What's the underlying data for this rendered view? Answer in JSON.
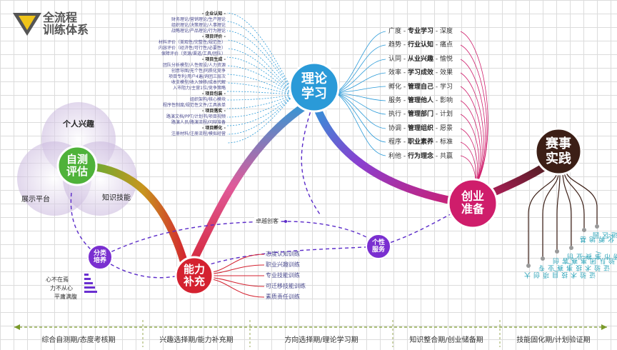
{
  "title": {
    "line1": "全流程",
    "line2": "训练体系"
  },
  "venn": {
    "top": "个人兴趣",
    "left": "展示平台",
    "right": "知识技能"
  },
  "nodes": {
    "self_eval": "自测\n评估",
    "ability": "能力\n补充",
    "theory": "理论\n学习",
    "startup": "创业\n准备",
    "competition": "赛事\n实践",
    "classify": "分类\n培养",
    "personal": "个性\n服务"
  },
  "link_label": "卓越创客",
  "traits": [
    "心不在焉",
    "力不从心",
    "平庸满腹"
  ],
  "theory_topics": [
    {
      "text": "- 企业认知 -",
      "head": true
    },
    {
      "text": "财务理论/营销理论/生产理论",
      "head": false
    },
    {
      "text": "组织理论/决策理论/人事理论",
      "head": false
    },
    {
      "text": "战略理论/产品理论/行为理论",
      "head": false
    },
    {
      "text": "- 项目评价 -",
      "head": true
    },
    {
      "text": "材料评价（美观性/完整性/规范性）",
      "head": false
    },
    {
      "text": "内容评价（经济性/可行性/必要性）",
      "head": false
    },
    {
      "text": "保障评价（资源/渠道/工具/团队）",
      "head": false
    },
    {
      "text": "- 项目生成 -",
      "head": true
    },
    {
      "text": "团队分析模型/人性假设/人力资源",
      "head": false
    },
    {
      "text": "创意导图/无个性/同质化竞争",
      "head": false
    },
    {
      "text": "项目专利/用户4遍/询团三层次",
      "head": false
    },
    {
      "text": "收支模型/收入弹移/成本代解",
      "head": false
    },
    {
      "text": "入市阻力/主营1位/竞争策略",
      "head": false
    },
    {
      "text": "- 项目包装 -",
      "head": true
    },
    {
      "text": "组织架构/核心模块",
      "head": false
    },
    {
      "text": "程序性制度/规范性文件/工具表单",
      "head": false
    },
    {
      "text": "- 项目落实 -",
      "head": true
    },
    {
      "text": "路演文档/PPT/计划书/项目视频",
      "head": false
    },
    {
      "text": "路演人员/路演流程/问辩准备",
      "head": false
    },
    {
      "text": "- 项目孵化 -",
      "head": true
    },
    {
      "text": "注册材料/注册流程/模拟经营",
      "head": false
    }
  ],
  "learning_rows": [
    {
      "a": "广度",
      "b": "专业学习",
      "c": "深度"
    },
    {
      "a": "趋势",
      "b": "行业认知",
      "c": "痛点"
    },
    {
      "a": "认同",
      "b": "从业兴趣",
      "c": "愉悦"
    },
    {
      "a": "效率",
      "b": "学习成效",
      "c": "效果"
    },
    {
      "a": "孵化",
      "b": "管理自己",
      "c": "学习"
    },
    {
      "a": "服务",
      "b": "管理他人",
      "c": "影响"
    },
    {
      "a": "执行",
      "b": "管理部门",
      "c": "计划"
    },
    {
      "a": "协调",
      "b": "管理组织",
      "c": "愿景"
    },
    {
      "a": "程序",
      "b": "职业素养",
      "c": "标准"
    },
    {
      "a": "利他",
      "b": "行为理念",
      "c": "共赢"
    }
  ],
  "ability_training": [
    "态度认知训练",
    "职业兴趣训练",
    "专业技能训练",
    "可迁移技能训练",
    "素质责任训练"
  ],
  "competition_items": [
    "大创项目/技术验证",
    "专业赛事/技术验证",
    "创客赛事/团队验证",
    "创业赛事/市场验证",
    "基地孵化/资源验证",
    "园区运营/经营验证"
  ],
  "phases": [
    "综合自测期/态度考核期",
    "兴趣选择期/能力补充期",
    "方向选择期/理论学习期",
    "知识整合期/创业储备期",
    "技能固化期/计划验证期"
  ],
  "colors": {
    "blue": "#2a9ad8",
    "magenta": "#cf1d6b",
    "red": "#d42230",
    "green": "#4fb23a",
    "brown": "#3c1f16",
    "purple": "#7a2fd0"
  }
}
